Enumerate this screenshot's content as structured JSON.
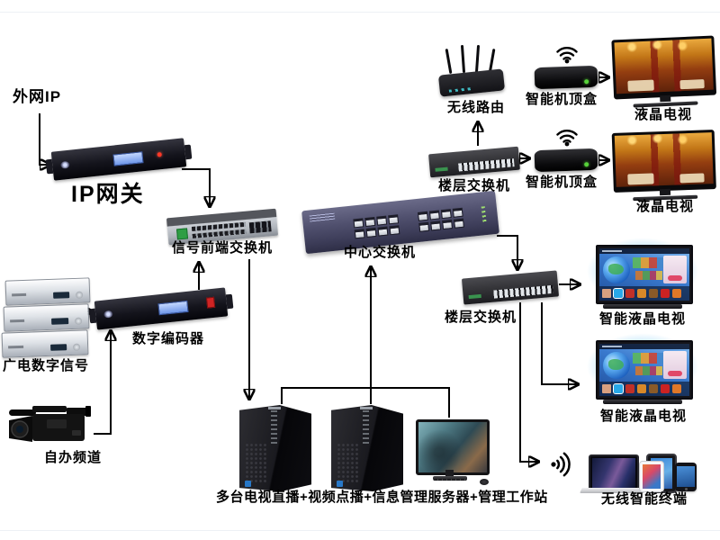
{
  "nodes": {
    "external_ip": {
      "label": "外网IP"
    },
    "ip_gateway": {
      "label": "IP网关"
    },
    "frontend_switch": {
      "label": "信号前端交换机"
    },
    "center_switch": {
      "label": "中心交换机"
    },
    "wireless_router": {
      "label": "无线路由"
    },
    "floor_switch_top": {
      "label": "楼层交换机"
    },
    "smart_stb_top": {
      "label": "智能机顶盒"
    },
    "lcd_tv_top": {
      "label": "液晶电视"
    },
    "smart_stb_bottom": {
      "label": "智能机顶盒"
    },
    "lcd_tv_bottom": {
      "label": "液晶电视"
    },
    "floor_switch_right": {
      "label": "楼层交换机"
    },
    "smart_lcd_tv_1": {
      "label": "智能液晶电视"
    },
    "smart_lcd_tv_2": {
      "label": "智能液晶电视"
    },
    "digital_encoder": {
      "label": "数字编码器"
    },
    "broadcast_digital_signal": {
      "label": "广电数字信号"
    },
    "self_run_channel": {
      "label": "自办频道"
    },
    "server_cluster": {
      "label": "多台电视直播+视频点播+信息管理服务器+管理工作站"
    },
    "wireless_smart_terminal": {
      "label": "无线智能终端"
    }
  },
  "connections": [
    {
      "from": "external_ip",
      "to": "ip_gateway"
    },
    {
      "from": "ip_gateway",
      "to": "frontend_switch"
    },
    {
      "from": "digital_encoder",
      "to": "frontend_switch"
    },
    {
      "from": "broadcast_digital_signal",
      "to": "digital_encoder"
    },
    {
      "from": "self_run_channel",
      "to": "digital_encoder"
    },
    {
      "from": "frontend_switch",
      "to": "server_cluster"
    },
    {
      "from": "server_cluster",
      "to": "center_switch"
    },
    {
      "from": "center_switch",
      "to": "floor_switch_top"
    },
    {
      "from": "floor_switch_top",
      "to": "wireless_router"
    },
    {
      "from": "floor_switch_top",
      "to": "smart_stb_bottom"
    },
    {
      "from": "smart_stb_top",
      "to": "lcd_tv_top"
    },
    {
      "from": "smart_stb_bottom",
      "to": "lcd_tv_bottom"
    },
    {
      "from": "center_switch",
      "to": "floor_switch_right"
    },
    {
      "from": "floor_switch_right",
      "to": "smart_lcd_tv_1"
    },
    {
      "from": "floor_switch_right",
      "to": "smart_lcd_tv_2"
    },
    {
      "from": "floor_switch_right",
      "to": "wireless_smart_terminal"
    }
  ],
  "icons": {
    "stb_wireless": "wifi-icon",
    "terminal_wireless": "wifi-emit-icon"
  },
  "colors": {
    "background": "#ffffff",
    "line": "#000000",
    "label_text": "#000000",
    "lcd_screen_blue": "#8fb4f4",
    "led_red": "#ff3826",
    "led_green": "#57d23a",
    "tv_screen_amber": "#b06018",
    "smart_tv_glow": "#8ecdf2",
    "smart_tv_screen_blue": "#3a7ace"
  }
}
